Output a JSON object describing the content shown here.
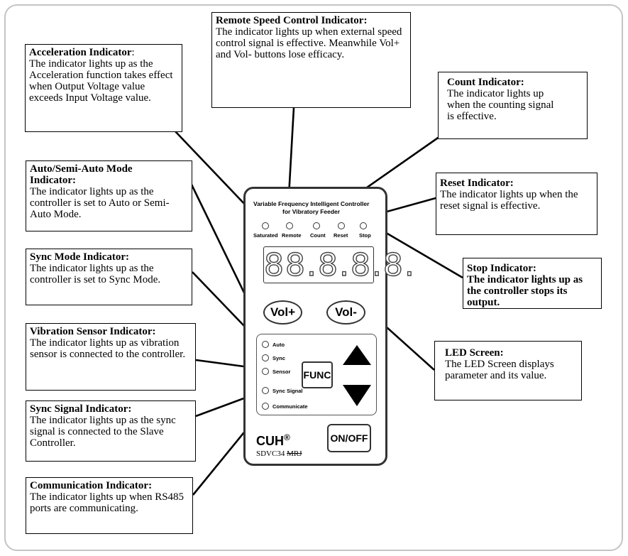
{
  "callouts": {
    "remote": {
      "title": "Remote Speed Control Indicator:",
      "body": "The indicator lights up when external speed control signal is effective. Meanwhile Vol+ and Vol- buttons lose efficacy."
    },
    "acceleration": {
      "title": "Acceleration Indicator",
      "colon": ":",
      "body": "The indicator lights up as the Acceleration function takes effect when Output Voltage value exceeds Input Voltage value."
    },
    "count": {
      "title": "Count Indicator:",
      "body": "The indicator lights up when the counting signal is effective."
    },
    "auto": {
      "title": "Auto/Semi-Auto  Mode Indicator:",
      "body": "The indicator lights up as the controller is set to Auto or Semi-Auto Mode."
    },
    "reset": {
      "title": "Reset Indicator:",
      "body": "The indicator lights up when the reset signal is effective."
    },
    "sync_mode": {
      "title": "Sync Mode Indicator:",
      "body": "The indicator lights up as the controller is set to Sync Mode."
    },
    "stop": {
      "title": "Stop Indicator:",
      "body": "The indicator lights up as the controller stops its output."
    },
    "vibration": {
      "title": "Vibration Sensor Indicator:",
      "body": "The indicator lights up as vibration sensor is connected to the controller."
    },
    "led": {
      "title": "LED Screen:",
      "body": "The LED Screen displays parameter and its value."
    },
    "sync_signal": {
      "title": "Sync Signal Indicator:",
      "body": "The indicator lights up as the sync signal is connected to the Slave Controller."
    },
    "communication": {
      "title": "Communication Indicator:",
      "body": "The indicator lights up when RS485 ports are communicating."
    }
  },
  "device": {
    "title_line1": "Variable Frequency Intelligent Controller",
    "title_line2": "for Vibratory Feeder",
    "top_indicators": [
      "Saturated",
      "Remote",
      "Count",
      "Reset",
      "Stop"
    ],
    "led_digits": "88.8.8.8.",
    "vol_plus": "Vol+",
    "vol_minus": "Vol-",
    "side_indicators": [
      "Auto",
      "Sync",
      "Sensor",
      "Sync Signal",
      "Communicate"
    ],
    "func_label": "FUNC",
    "up_icon": "triangle-up-icon",
    "down_icon": "triangle-down-icon",
    "brand": "CUH",
    "brand_mark": "®",
    "model": "SDVC34",
    "model_suffix": "MRJ",
    "onoff_on": "ON/",
    "onoff_off": "OFF"
  }
}
